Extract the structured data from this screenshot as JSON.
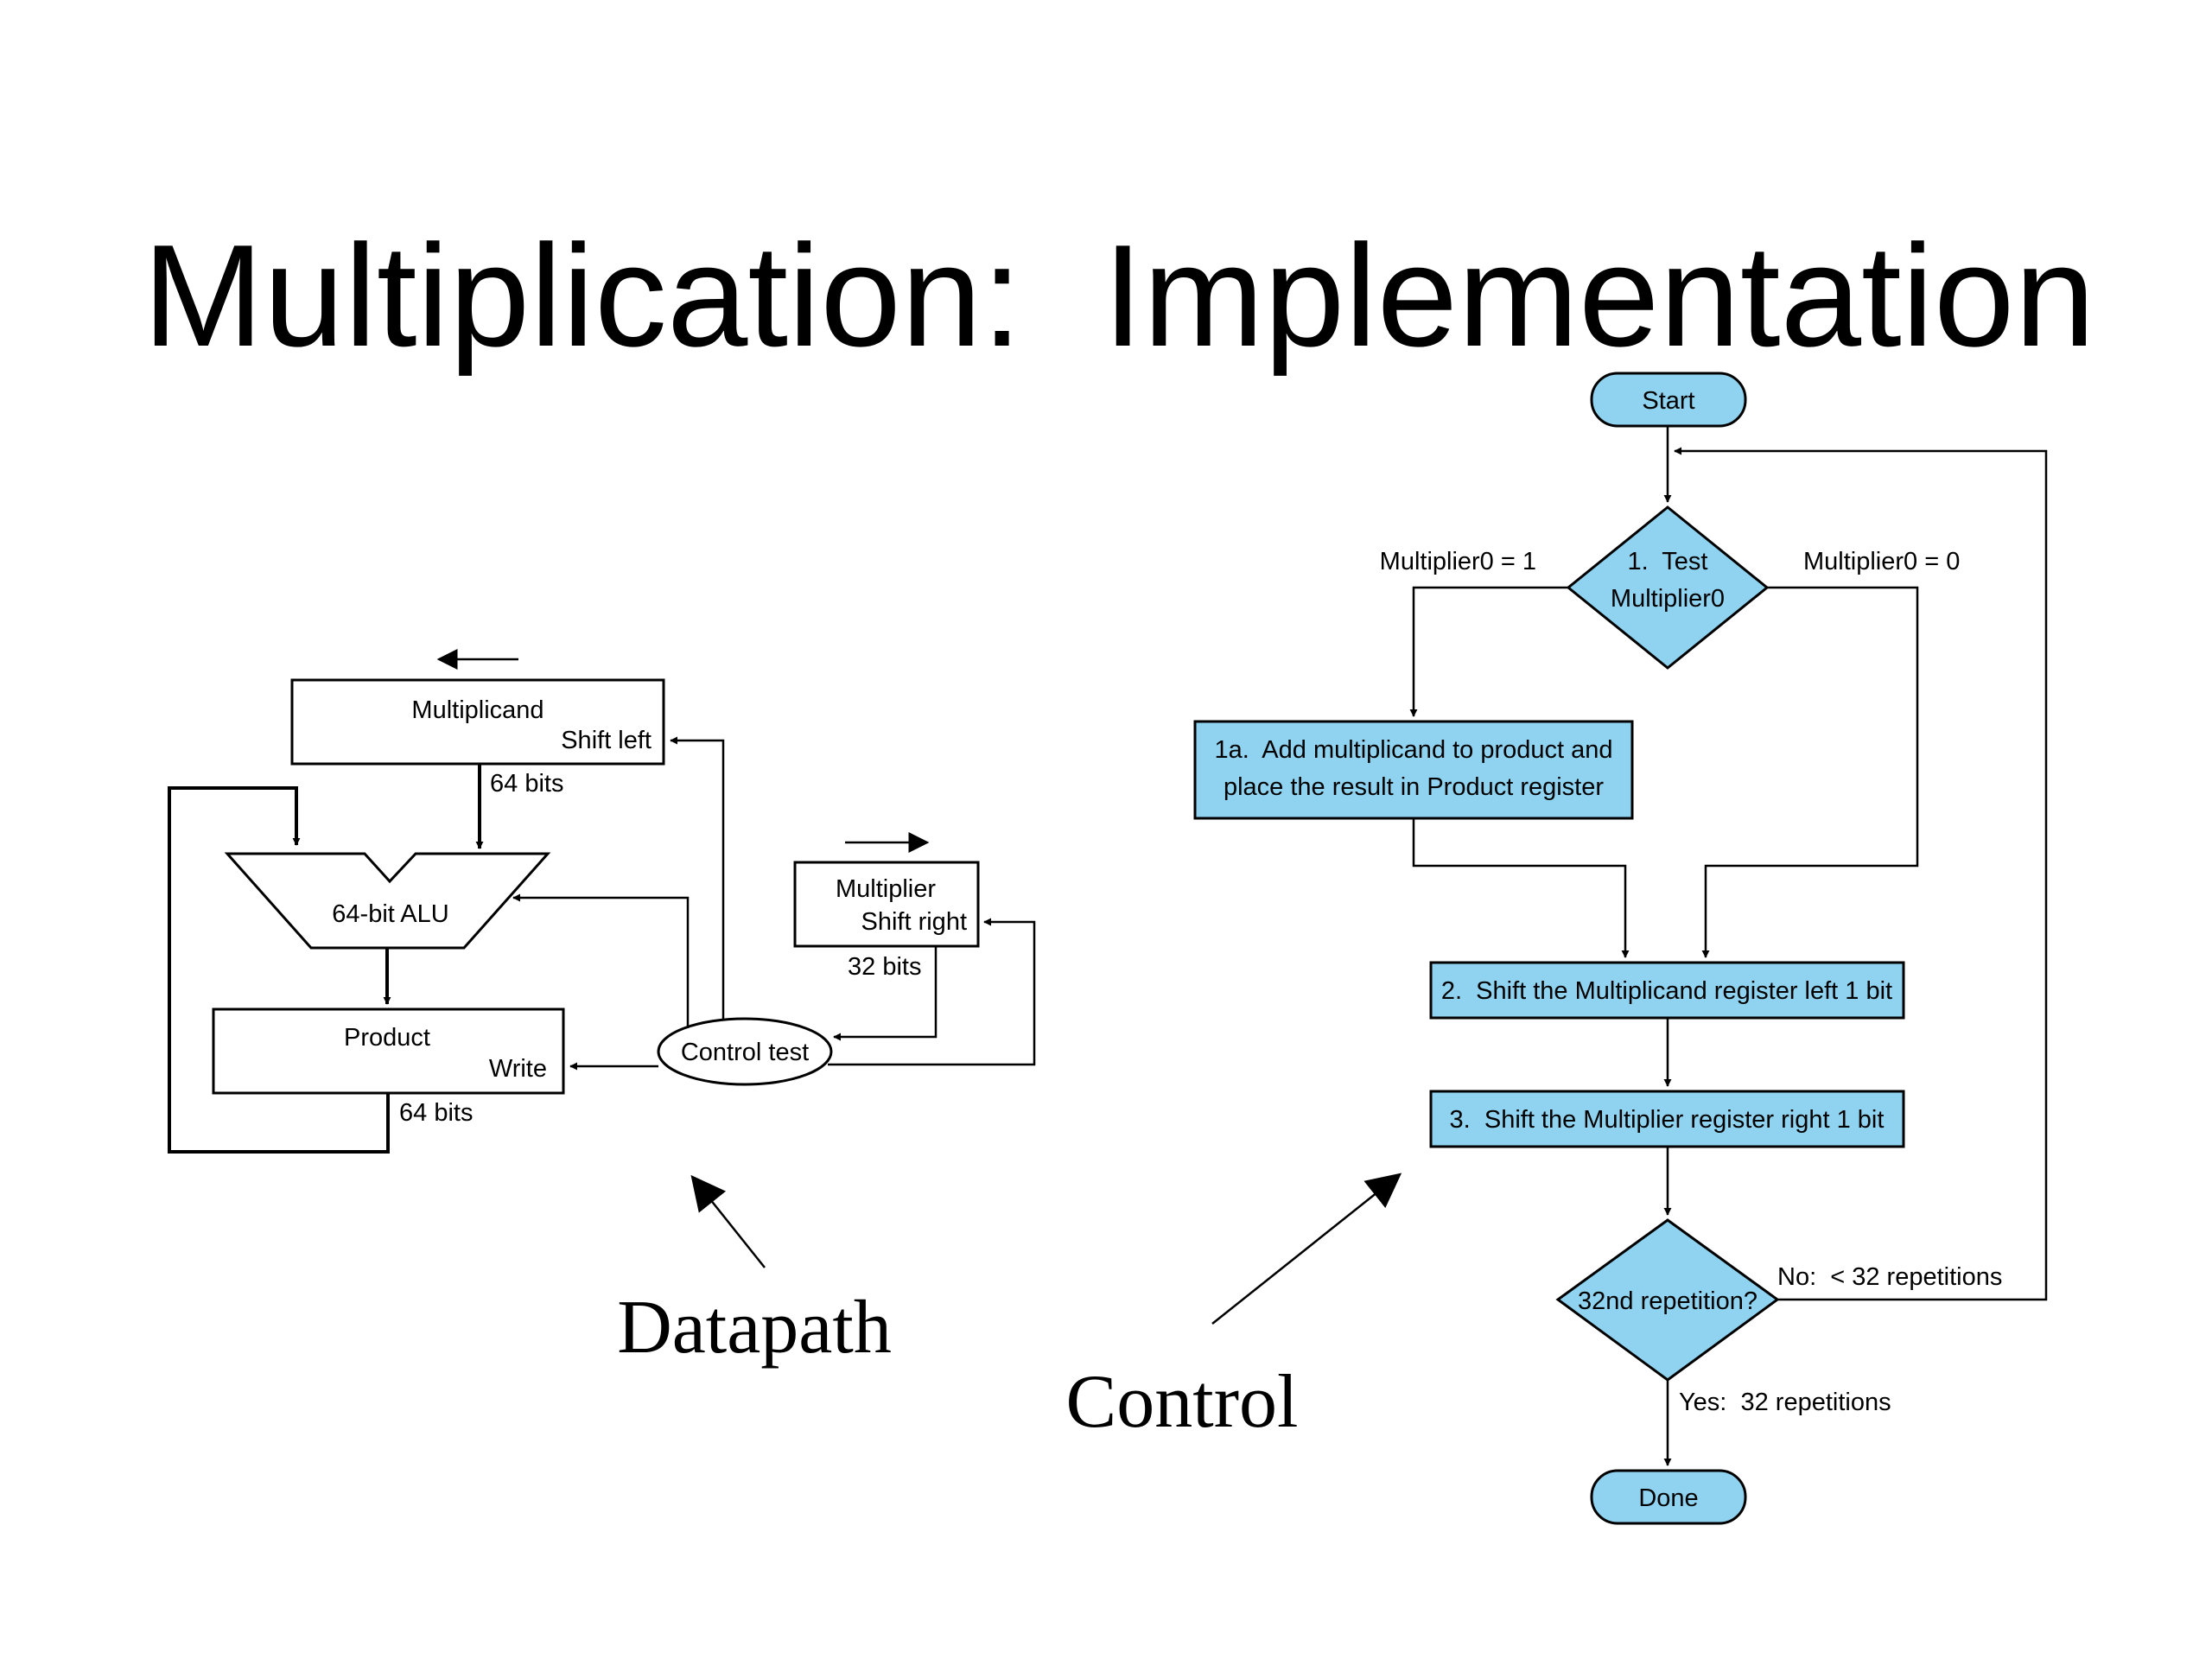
{
  "title": "Multiplication:  Implementation",
  "colors": {
    "flow_fill": "#8fd3f0",
    "stroke": "#000000",
    "background": "#ffffff"
  },
  "datapath": {
    "multiplicand": {
      "name": "Multiplicand",
      "action": "Shift left"
    },
    "multiplicand_width": "64 bits",
    "alu": "64-bit ALU",
    "product": {
      "name": "Product",
      "action": "Write"
    },
    "product_width": "64 bits",
    "multiplier": {
      "name": "Multiplier",
      "action": "Shift right"
    },
    "multiplier_width": "32 bits",
    "control": "Control test"
  },
  "flowchart": {
    "start": "Start",
    "test": {
      "line1": "1.  Test",
      "line2": "Multiplier0"
    },
    "branch_one": "Multiplier0 = 1",
    "branch_zero": "Multiplier0 = 0",
    "step1a": {
      "line1": "1a.  Add multiplicand to product and",
      "line2": "place the result in Product register"
    },
    "step2": "2.  Shift the Multiplicand register left 1 bit",
    "step3": "3.  Shift the Multiplier register right 1 bit",
    "repeat": "32nd repetition?",
    "no_branch": "No:  < 32 repetitions",
    "yes_branch": "Yes:  32 repetitions",
    "done": "Done"
  },
  "captions": {
    "datapath": "Datapath",
    "control": "Control"
  }
}
